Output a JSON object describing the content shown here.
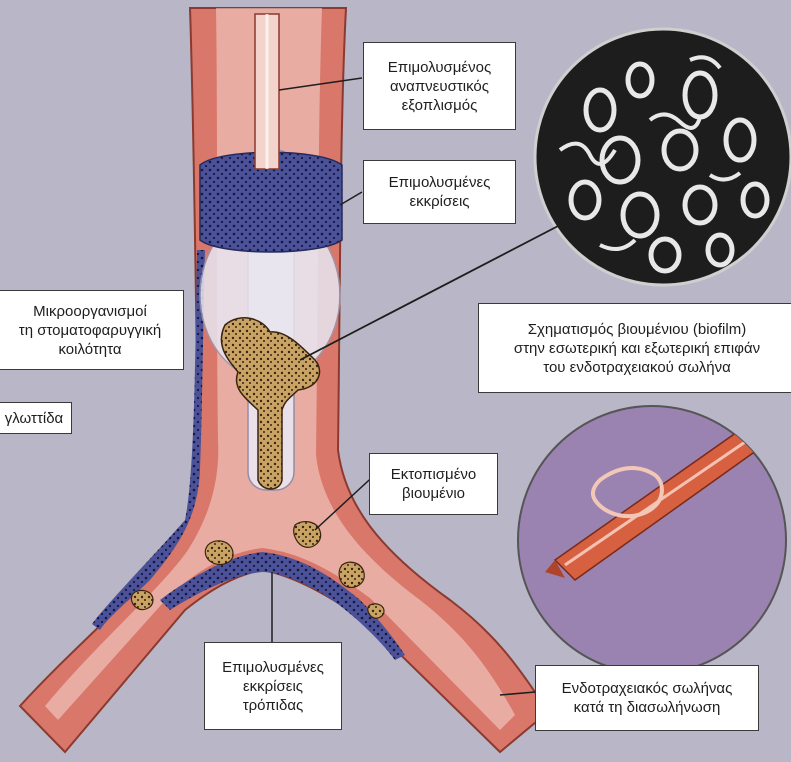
{
  "labels": {
    "equipment": "Επιμολυσμένος\nαναπνευστικός\nεξοπλισμός",
    "secretions_top": "Επιμολυσμένες\nεκκρίσεις",
    "microorganisms": "Μικροοργανισμοί\nτη στοματοφαρυγγική\nκοιλότητα",
    "glottis": "γλωττίδα",
    "biofilm": "Σχηματισμός βιουμένιου (biofilm)\nστην εσωτερική και εξωτερική επιφάν\nτου ενδοτραχειακού σωλήνα",
    "displaced_biofilm": "Εκτοπισμένο\nβιουμένιο",
    "carina_secretions": "Επιμολυσμένες\nεκκρίσεις\nτρόπιδας",
    "tube_during_intubation": "Ενδοτραχειακός σωλήνας\nκατά τη διασωλήνωση"
  },
  "colors": {
    "background": "#b9b7c7",
    "trachea_wall": "#d9776a",
    "trachea_lumen": "#f6d9d2",
    "secretions": "#3b3f78",
    "biofilm": "#b8955a",
    "micro_bg": "#1d1d1d",
    "tube_circle_bg": "#9a83b0"
  }
}
